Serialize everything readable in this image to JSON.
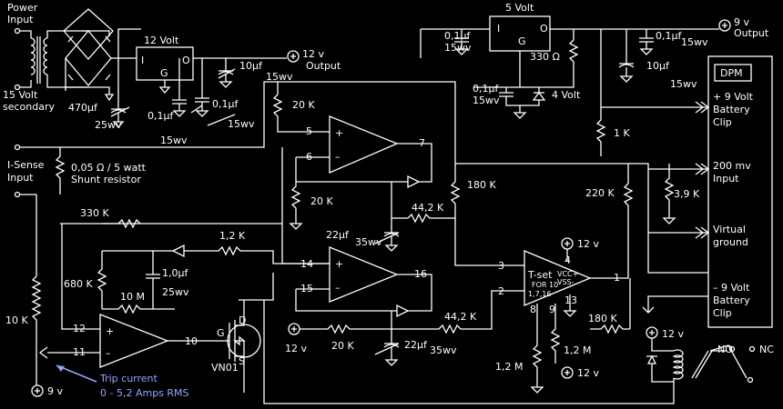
{
  "labels": {
    "power_input": [
      "Power",
      "Input"
    ],
    "secondary": [
      "15 Volt",
      "secondary"
    ],
    "cap_470": "470µf",
    "v25wv": "25wv",
    "reg12_title": "12 Volt",
    "reg12_i": "I",
    "reg12_o": "O",
    "reg12_g": "G",
    "out12": [
      "12 v",
      "Output"
    ],
    "cap_10uf_a": "10µf",
    "v15wv_a": "15wv",
    "cap_01_a": "0,1µf",
    "v15wv_b": "15wv",
    "cap_01_b": "0,1µf",
    "v15wv_c": "15wv",
    "reg5_title": "5 Volt",
    "reg5_i": "I",
    "reg5_o": "O",
    "reg5_g": "G",
    "cap_01_c": [
      "0,1µf",
      "15wv"
    ],
    "res_330": "330 Ω",
    "cap_01_d": [
      "0,1µf",
      "15wv"
    ],
    "zener_4v": "4 Volt",
    "out9": [
      "9 v",
      "Output"
    ],
    "cap_01_e": "0,1µf",
    "v15wv_d": "15wv",
    "cap_10uf_b": "10µf",
    "v15wv_e": "15wv",
    "dpm_title": "DPM",
    "dpm_batt_pos": [
      "+ 9 Volt",
      "Battery",
      "Clip"
    ],
    "dpm_200mv": [
      "200 mv",
      "Input"
    ],
    "dpm_vground": [
      "Virtual",
      "ground"
    ],
    "dpm_batt_neg": [
      "– 9 Volt",
      "Battery",
      "Clip"
    ],
    "isense": [
      "I-Sense",
      "Input"
    ],
    "shunt": [
      "0,05 Ω / 5 watt",
      "Shunt  resistor"
    ],
    "r_20k_top": "20 K",
    "r_20k_mid": "20 K",
    "r_1k": "1 K",
    "r_180k_mid": "180 K",
    "r_220k": "220 K",
    "r_3_9k": "3,9 K",
    "r_44_2k_a": "44,2 K",
    "cap_22uf_a": "22µf",
    "v35wv_a": "35wv",
    "r_330k": "330 K",
    "r_1_2k": "1,2 K",
    "r_680k": "680 K",
    "r_10m": "10 M",
    "cap_1uf": "1,0µf",
    "v25wv_b": "25wv",
    "r_10k": "10 K",
    "plus_12v_a": "12 v",
    "r_20k_bot": "20 K",
    "r_44_2k_b": "44,2 K",
    "cap_22uf_b": "22µf",
    "v35wv_b": "35wv",
    "r_180k_bot": "180 K",
    "r_1_2m_a": "1,2 M",
    "r_1_2m_b": "1,2 M",
    "plus_12v_b": "12 v",
    "plus_12v_c": "12 v",
    "plus_12v_d": "12 v",
    "plus_9v": "9 v",
    "vn01": "VN01",
    "fet_d": "D",
    "fet_g": "G",
    "fet_s": "S",
    "no": "NO",
    "nc": "NC",
    "trip": [
      "Trip current",
      "0  -  5,2 Amps RMS"
    ],
    "tset_name": "T-set",
    "tset_sub": "FOR 10",
    "tset_nums": "1,7,16",
    "tset_vcc": "VCC+",
    "tset_vss": "VSS-",
    "pins": {
      "p5": "5",
      "p6": "6",
      "p7": "7",
      "p14": "14",
      "p15": "15",
      "p16": "16",
      "p12": "12",
      "p11": "11",
      "p10": "10",
      "t3": "3",
      "t2": "2",
      "t4": "4",
      "t1": "1",
      "t8": "8",
      "t9": "9",
      "t13": "13"
    }
  },
  "colors": {
    "background": "#000000",
    "line": "#ffffff",
    "note": "#8fa8ff"
  }
}
